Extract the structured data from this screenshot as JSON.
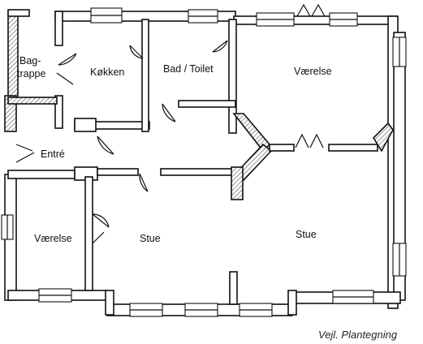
{
  "rooms": {
    "bagtrappe_line1": "Bag-",
    "bagtrappe_line2": "trappe",
    "kokken": "Køkken",
    "bad_toilet": "Bad / Toilet",
    "vaerelse_right": "Værelse",
    "entre": "Entré",
    "vaerelse_left": "Værelse",
    "stue_middle": "Stue",
    "stue_right": "Stue"
  },
  "caption": "Vejl. Plantegning"
}
